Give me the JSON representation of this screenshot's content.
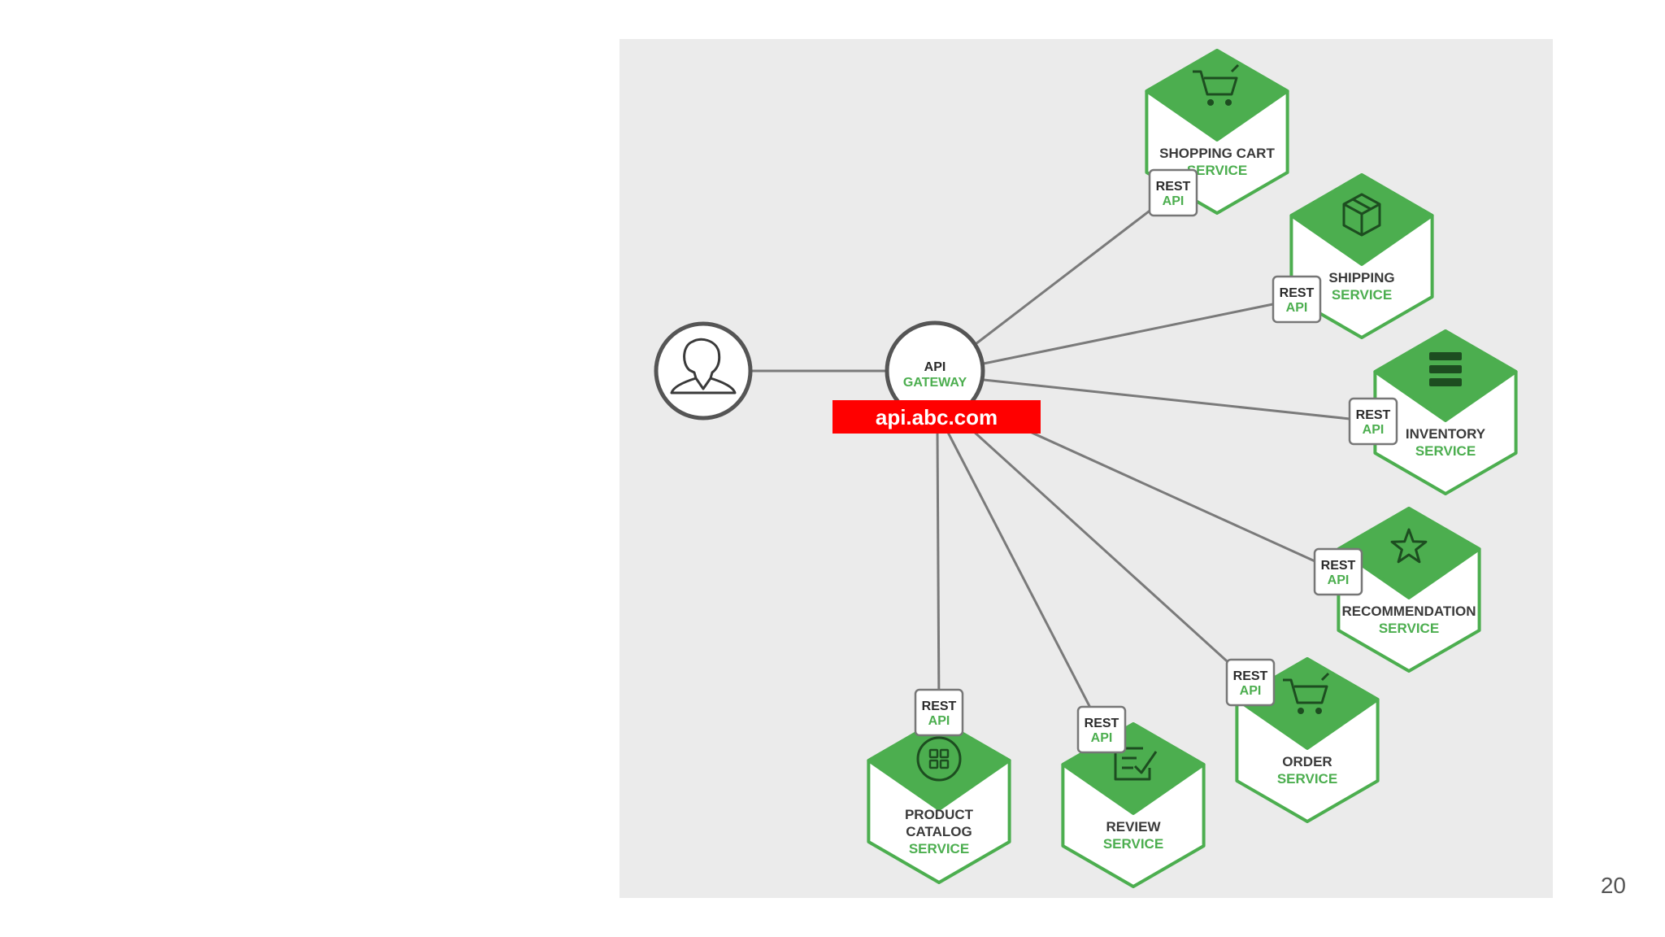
{
  "client": {
    "icon": "user-icon"
  },
  "gateway": {
    "line1": "API",
    "line2": "GATEWAY"
  },
  "url_label": "api.abc.com",
  "badge": {
    "line1": "REST",
    "line2": "API"
  },
  "services": [
    {
      "id": "shopping-cart",
      "title_lines": [
        "SHOPPING CART"
      ],
      "subtitle": "SERVICE",
      "icon": "cart-icon"
    },
    {
      "id": "shipping",
      "title_lines": [
        "SHIPPING"
      ],
      "subtitle": "SERVICE",
      "icon": "box-icon"
    },
    {
      "id": "inventory",
      "title_lines": [
        "INVENTORY"
      ],
      "subtitle": "SERVICE",
      "icon": "stack-icon"
    },
    {
      "id": "recommendation",
      "title_lines": [
        "RECOMMENDATION"
      ],
      "subtitle": "SERVICE",
      "icon": "star-icon"
    },
    {
      "id": "order",
      "title_lines": [
        "ORDER"
      ],
      "subtitle": "SERVICE",
      "icon": "cart-icon"
    },
    {
      "id": "review",
      "title_lines": [
        "REVIEW"
      ],
      "subtitle": "SERVICE",
      "icon": "review-icon"
    },
    {
      "id": "product-catalog",
      "title_lines": [
        "PRODUCT",
        "CATALOG"
      ],
      "subtitle": "SERVICE",
      "icon": "grid-icon"
    }
  ],
  "page_number": "20",
  "colors": {
    "panel": "#ebebeb",
    "green": "#4cae4f",
    "red": "#ff0000",
    "line": "#7a7a7a"
  }
}
